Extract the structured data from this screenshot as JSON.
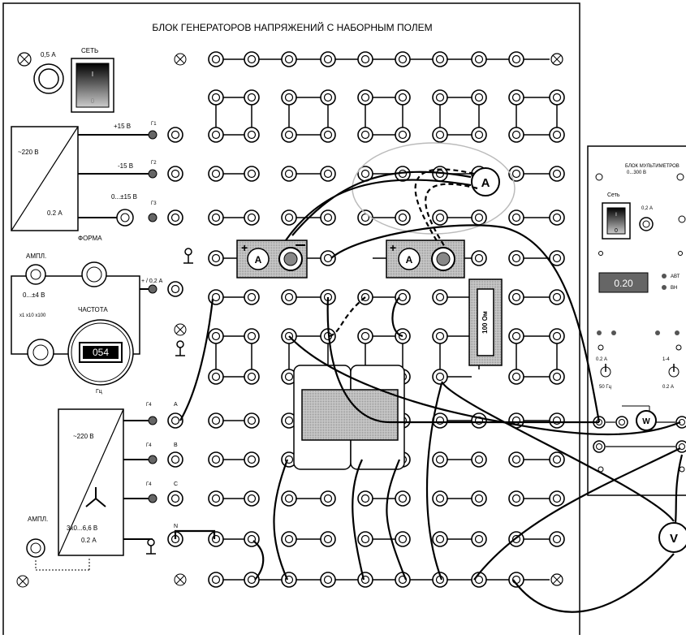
{
  "title": "БЛОК ГЕНЕРАТОРОВ НАПРЯЖЕНИЙ С НАБОРНЫМ ПОЛЕМ",
  "left_panel": {
    "fuse_label": "0,5 А",
    "power_label": "СЕТЬ",
    "switch_on": "I",
    "switch_off": "0",
    "dc_box_top": "~220 В",
    "dc_box_bottom": "0.2 А",
    "out_plus15": "+15 В",
    "out_minus15": "-15 В",
    "out_var": "0...±15 В",
    "out_codes": [
      "Г1",
      "Г2",
      "Г3"
    ],
    "ampl_label": "АМПЛ.",
    "forma_label": "ФОРМА",
    "range_label": "0...±4 В",
    "out_func": "+ / 0,2 А",
    "freq_label": "ЧАСТОТА",
    "freq_ranges": "x1  x10  x100",
    "freq_display": "054",
    "freq_unit": "Гц",
    "three_phase_top": "~220 В",
    "three_phase_bottom1": "3х0...6,6 В",
    "three_phase_bottom2": "0.2 А",
    "phase_codes": [
      "Г4",
      "Г4",
      "Г4"
    ],
    "phase_labels": [
      "A",
      "B",
      "C",
      "N"
    ],
    "ampl2_label": "АМПЛ."
  },
  "ammeter_label": "А",
  "resistor_label": "100 Ом",
  "right_panel": {
    "title1": "БЛОК МУЛЬТИМЕТРОВ",
    "title2": "0...300 В",
    "power_label": "Сеть",
    "switch_on": "I",
    "switch_off": "0",
    "fuse_label": "0,2 А",
    "display_value": "0.20",
    "mode_label_1": "АВТ",
    "mode_label_2": "ВН",
    "left_ranges": "0.2 А",
    "left_lower": "50 Гц",
    "right_top": "1-4",
    "right_lower": "0.2 А",
    "wattmeter_label": "W",
    "voltmeter_label": "V"
  },
  "floating_ammeter": "A"
}
